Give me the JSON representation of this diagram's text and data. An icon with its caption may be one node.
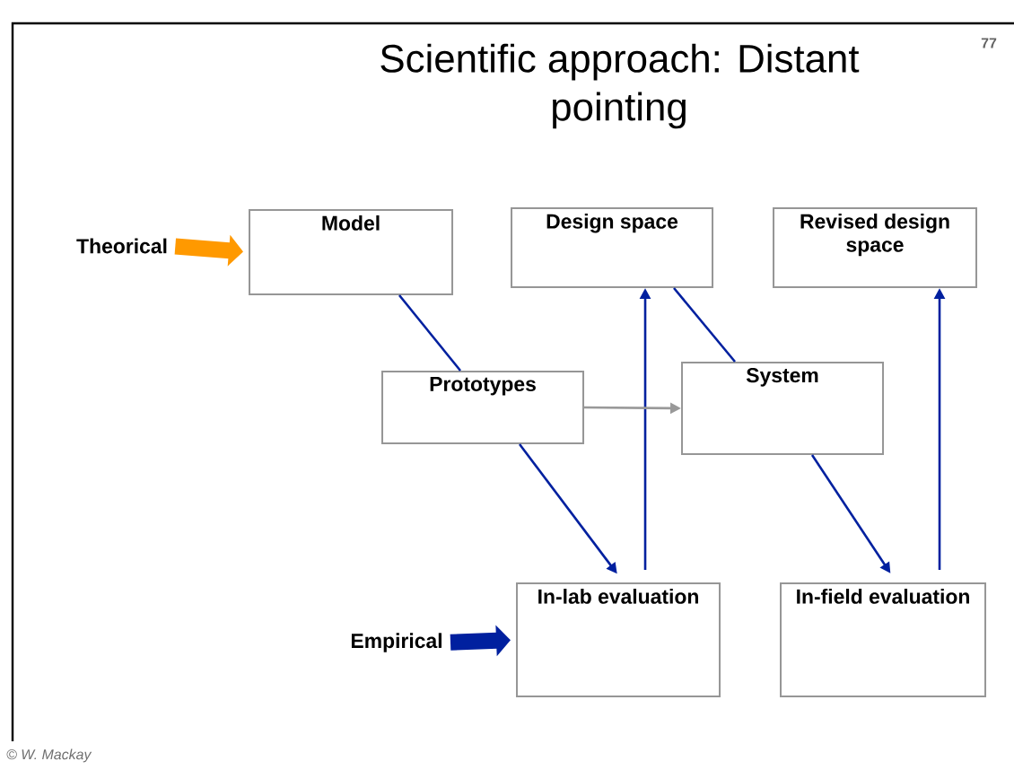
{
  "diagram": {
    "title": "Scientific approach: Distant pointing",
    "nodes": [
      {
        "text": [
          "Theorical"
        ]
      },
      {
        "text": [
          "Model"
        ]
      },
      {
        "text": [
          "Design space"
        ]
      },
      {
        "text": [
          "Revised design space"
        ]
      },
      {
        "text": [
          "Prototypes"
        ]
      },
      {
        "text": [
          "System"
        ]
      },
      {
        "text": [
          "Empirical"
        ]
      },
      {
        "text": [
          "In-lab evaluation"
        ]
      },
      {
        "text": [
          "In-field evaluation"
        ]
      }
    ],
    "edges": [
      {
        "from": 0,
        "to": 1,
        "arrow": "to",
        "style": "thick",
        "color": "#ff9900"
      },
      {
        "from": 1,
        "to": 4,
        "arrow": "none"
      },
      {
        "from": 4,
        "to": 7,
        "arrow": "to"
      },
      {
        "from": 7,
        "to": 2,
        "arrow": "to"
      },
      {
        "from": 2,
        "to": 5,
        "arrow": "none"
      },
      {
        "from": 5,
        "to": 8,
        "arrow": "to"
      },
      {
        "from": 8,
        "to": 3,
        "arrow": "to"
      },
      {
        "from": 4,
        "to": 5,
        "arrow": "to",
        "color": "#999999"
      },
      {
        "from": 6,
        "to": 7,
        "arrow": "to",
        "style": "thick"
      }
    ],
    "labels": [
      "77",
      "© W. Mackay"
    ]
  }
}
